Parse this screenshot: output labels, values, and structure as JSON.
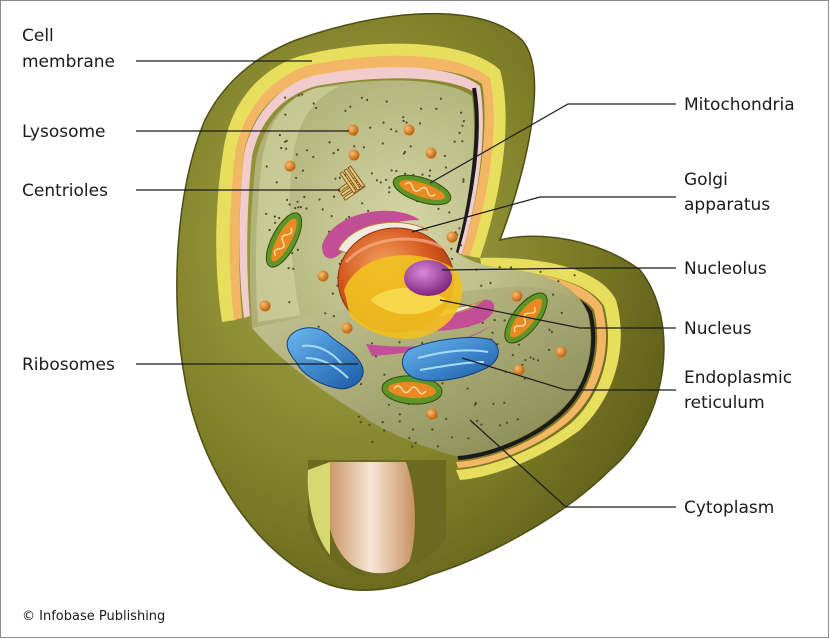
{
  "labels": {
    "cell_membrane_1": "Cell",
    "cell_membrane_2": "membrane",
    "lysosome": "Lysosome",
    "centrioles": "Centrioles",
    "ribosomes": "Ribosomes",
    "mitochondria": "Mitochondria",
    "golgi_1": "Golgi",
    "golgi_2": "apparatus",
    "nucleolus": "Nucleolus",
    "nucleus": "Nucleus",
    "er_1": "Endoplasmic",
    "er_2": "reticulum",
    "cytoplasm": "Cytoplasm"
  },
  "credit": "© Infobase Publishing",
  "colors": {
    "outer_shell": "#7a7a22",
    "membrane_yellow": "#e8e060",
    "membrane_orange": "#f0b860",
    "membrane_pink": "#f0c8c8",
    "cytoplasm": "#b4b47e",
    "nucleus_orange": "#e05a1e",
    "nucleolus_purple": "#9a2a9a",
    "golgi_pink": "#c8509a",
    "er_blue": "#2a78c8",
    "mitochondria_green": "#6a9a2a",
    "lysosome_orange": "#d8801e"
  }
}
